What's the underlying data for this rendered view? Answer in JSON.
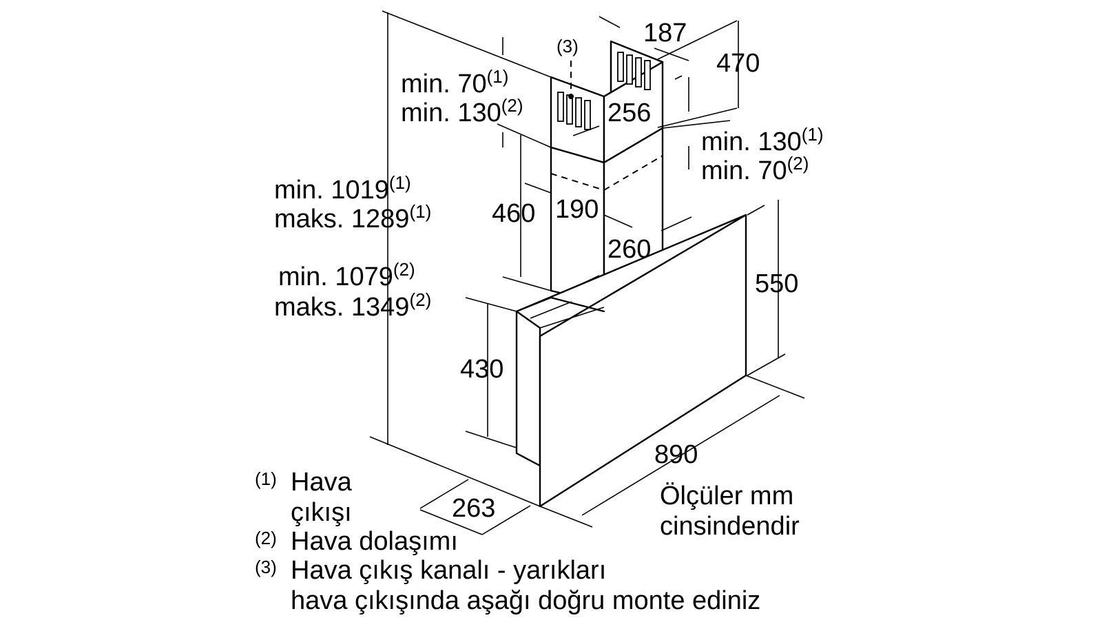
{
  "dimensions": {
    "d187": "187",
    "d470": "470",
    "d256": "256",
    "d190": "190",
    "d460": "460",
    "d260": "260",
    "d550": "550",
    "d430": "430",
    "d890": "890",
    "d263": "263"
  },
  "clearance_top": {
    "line1_main": "min. 70",
    "line1_sup": "(1)",
    "line2_main": "min. 130",
    "line2_sup": "(2)"
  },
  "clearance_right": {
    "line1_main": "min. 130",
    "line1_sup": "(1)",
    "line2_main": "min. 70",
    "line2_sup": "(2)"
  },
  "height_range_1": {
    "line1_main": "min. 1019",
    "line1_sup": "(1)",
    "line2_main": "maks. 1289",
    "line2_sup": "(1)"
  },
  "height_range_2": {
    "line1_main": "min. 1079",
    "line1_sup": "(2)",
    "line2_main": "maks. 1349",
    "line2_sup": "(2)"
  },
  "callout_3": "(3)",
  "units_note": {
    "line1": "Ölçüler mm",
    "line2": "cinsindendir"
  },
  "legend": [
    {
      "index": "(1)",
      "lines": [
        "Hava",
        "çıkışı"
      ]
    },
    {
      "index": "(2)",
      "lines": [
        "Hava dolaşımı"
      ]
    },
    {
      "index": "(3)",
      "lines": [
        "Hava çıkış kanalı - yarıkları",
        "hava çıkışında aşağı doğru monte ediniz"
      ]
    }
  ]
}
